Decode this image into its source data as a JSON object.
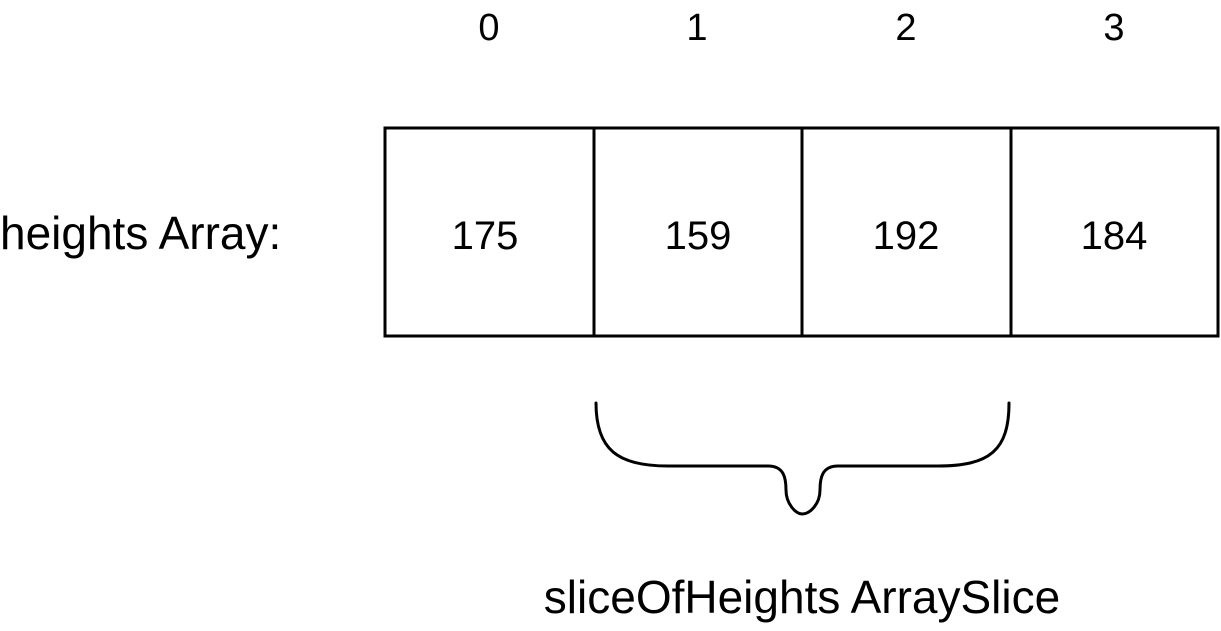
{
  "array": {
    "label": "heights Array:",
    "indices": [
      "0",
      "1",
      "2",
      "3"
    ],
    "values": [
      "175",
      "159",
      "192",
      "184"
    ]
  },
  "slice": {
    "label": "sliceOfHeights ArraySlice",
    "start_index": 1,
    "end_index": 2
  },
  "colors": {
    "stroke": "#000000",
    "text": "#000000",
    "background": "#ffffff"
  }
}
